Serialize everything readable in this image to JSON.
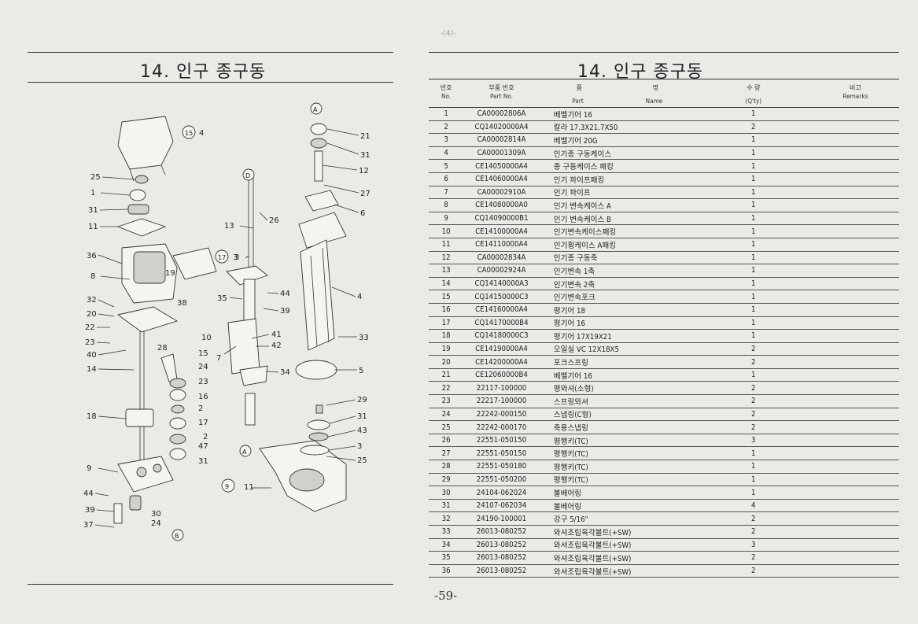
{
  "left": {
    "title": "14. 인구 종구동",
    "diagram": {
      "callouts_left": [
        "25",
        "1",
        "31",
        "11",
        "36",
        "8",
        "32",
        "20",
        "22",
        "23",
        "40",
        "14",
        "18",
        "9",
        "44",
        "39",
        "37"
      ],
      "callouts_mid": [
        "19",
        "38",
        "10",
        "28",
        "15",
        "24",
        "23",
        "16",
        "2",
        "17",
        "2",
        "47",
        "31",
        "30",
        "24"
      ],
      "callouts_right": [
        "21",
        "31",
        "12",
        "27",
        "6",
        "26",
        "13",
        "3",
        "35",
        "44",
        "39",
        "41",
        "42",
        "7",
        "34",
        "4",
        "33",
        "5",
        "29",
        "31",
        "43",
        "3",
        "25",
        "11"
      ],
      "circle_labels": [
        "15",
        "17",
        "D",
        "A",
        "B",
        "9",
        "A"
      ],
      "circle_suffix": [
        "4",
        "3",
        "11"
      ]
    }
  },
  "right": {
    "top_mark": "-(4)-",
    "title": "14. 인구 종구동",
    "headers": {
      "no_ko": "번호",
      "no_en": "No.",
      "part_ko": "부품 번호",
      "part_en": "Part No.",
      "name_ko1": "품",
      "name_ko2": "명",
      "name_en1": "Part",
      "name_en2": "Name",
      "qty_ko": "수 량",
      "qty_en": "(Q'ty)",
      "rem_ko": "비고",
      "rem_en": "Remarks"
    },
    "rows": [
      {
        "no": "1",
        "part": "CA00002806A",
        "name": "베벨기어 16",
        "qty": "1"
      },
      {
        "no": "2",
        "part": "CQ14020000A4",
        "name": "칼라 17.3X21.7X50",
        "qty": "2"
      },
      {
        "no": "3",
        "part": "CA00002814A",
        "name": "베벨기어 20G",
        "qty": "1"
      },
      {
        "no": "4",
        "part": "CA00001309A",
        "name": "인기종 구동케이스",
        "qty": "1"
      },
      {
        "no": "5",
        "part": "CE14050000A4",
        "name": "종 구동케이스 패킹",
        "qty": "1"
      },
      {
        "no": "6",
        "part": "CE14060000A4",
        "name": "인기 파이프패킹",
        "qty": "1"
      },
      {
        "no": "7",
        "part": "CA00002910A",
        "name": "인기 파이프",
        "qty": "1"
      },
      {
        "no": "8",
        "part": "CE14080000A0",
        "name": "인기 변속케이스 A",
        "qty": "1"
      },
      {
        "no": "9",
        "part": "CQ14090000B1",
        "name": "인기 변속케이스 B",
        "qty": "1"
      },
      {
        "no": "10",
        "part": "CE14100000A4",
        "name": "인기변속케이스패킹",
        "qty": "1"
      },
      {
        "no": "11",
        "part": "CE14110000A4",
        "name": "인기횡케이스 A패킹",
        "qty": "1"
      },
      {
        "no": "12",
        "part": "CA00002834A",
        "name": "인기종 구동축",
        "qty": "1"
      },
      {
        "no": "13",
        "part": "CA00002924A",
        "name": "인기변속 1축",
        "qty": "1"
      },
      {
        "no": "14",
        "part": "CQ14140000A3",
        "name": "인기변속 2축",
        "qty": "1"
      },
      {
        "no": "15",
        "part": "CQ14150000C3",
        "name": "인기변속포크",
        "qty": "1"
      },
      {
        "no": "16",
        "part": "CE14160000A4",
        "name": "평기어 18",
        "qty": "1"
      },
      {
        "no": "17",
        "part": "CQ14170000B4",
        "name": "평기어 16",
        "qty": "1"
      },
      {
        "no": "18",
        "part": "CQ14180000C3",
        "name": "평기어 17X19X21",
        "qty": "1"
      },
      {
        "no": "19",
        "part": "CE14190000A4",
        "name": "오일실 VC 12X18X5",
        "qty": "2"
      },
      {
        "no": "20",
        "part": "CE14200000A4",
        "name": "포크스프링",
        "qty": "2"
      },
      {
        "no": "21",
        "part": "CE12060000B4",
        "name": "베벨기어 16",
        "qty": "1"
      },
      {
        "no": "22",
        "part": "22117-100000",
        "name": "평와셔(소형)",
        "qty": "2"
      },
      {
        "no": "23",
        "part": "22217-100000",
        "name": "스프링와셔",
        "qty": "2"
      },
      {
        "no": "24",
        "part": "22242-000150",
        "name": "스냅링(C형)",
        "qty": "2"
      },
      {
        "no": "25",
        "part": "22242-000170",
        "name": "축용스냅링",
        "qty": "2"
      },
      {
        "no": "26",
        "part": "22551-050150",
        "name": "평행키(TC)",
        "qty": "3"
      },
      {
        "no": "27",
        "part": "22551-050150",
        "name": "평행키(TC)",
        "qty": "1"
      },
      {
        "no": "28",
        "part": "22551-050180",
        "name": "평행키(TC)",
        "qty": "1"
      },
      {
        "no": "29",
        "part": "22551-050200",
        "name": "평행키(TC)",
        "qty": "1"
      },
      {
        "no": "30",
        "part": "24104-062024",
        "name": "볼베어링",
        "qty": "1"
      },
      {
        "no": "31",
        "part": "24107-062034",
        "name": "볼베어링",
        "qty": "4"
      },
      {
        "no": "32",
        "part": "24190-100001",
        "name": "강구 5/16\"",
        "qty": "2"
      },
      {
        "no": "33",
        "part": "26013-080252",
        "name": "와셔조립육각볼트(+SW)",
        "qty": "2"
      },
      {
        "no": "34",
        "part": "26013-080252",
        "name": "와셔조립육각볼트(+SW)",
        "qty": "3"
      },
      {
        "no": "35",
        "part": "26013-080252",
        "name": "와셔조립육각볼트(+SW)",
        "qty": "2"
      },
      {
        "no": "36",
        "part": "26013-080252",
        "name": "와셔조립육각볼트(+SW)",
        "qty": "2"
      }
    ],
    "page_num": "-59-"
  }
}
